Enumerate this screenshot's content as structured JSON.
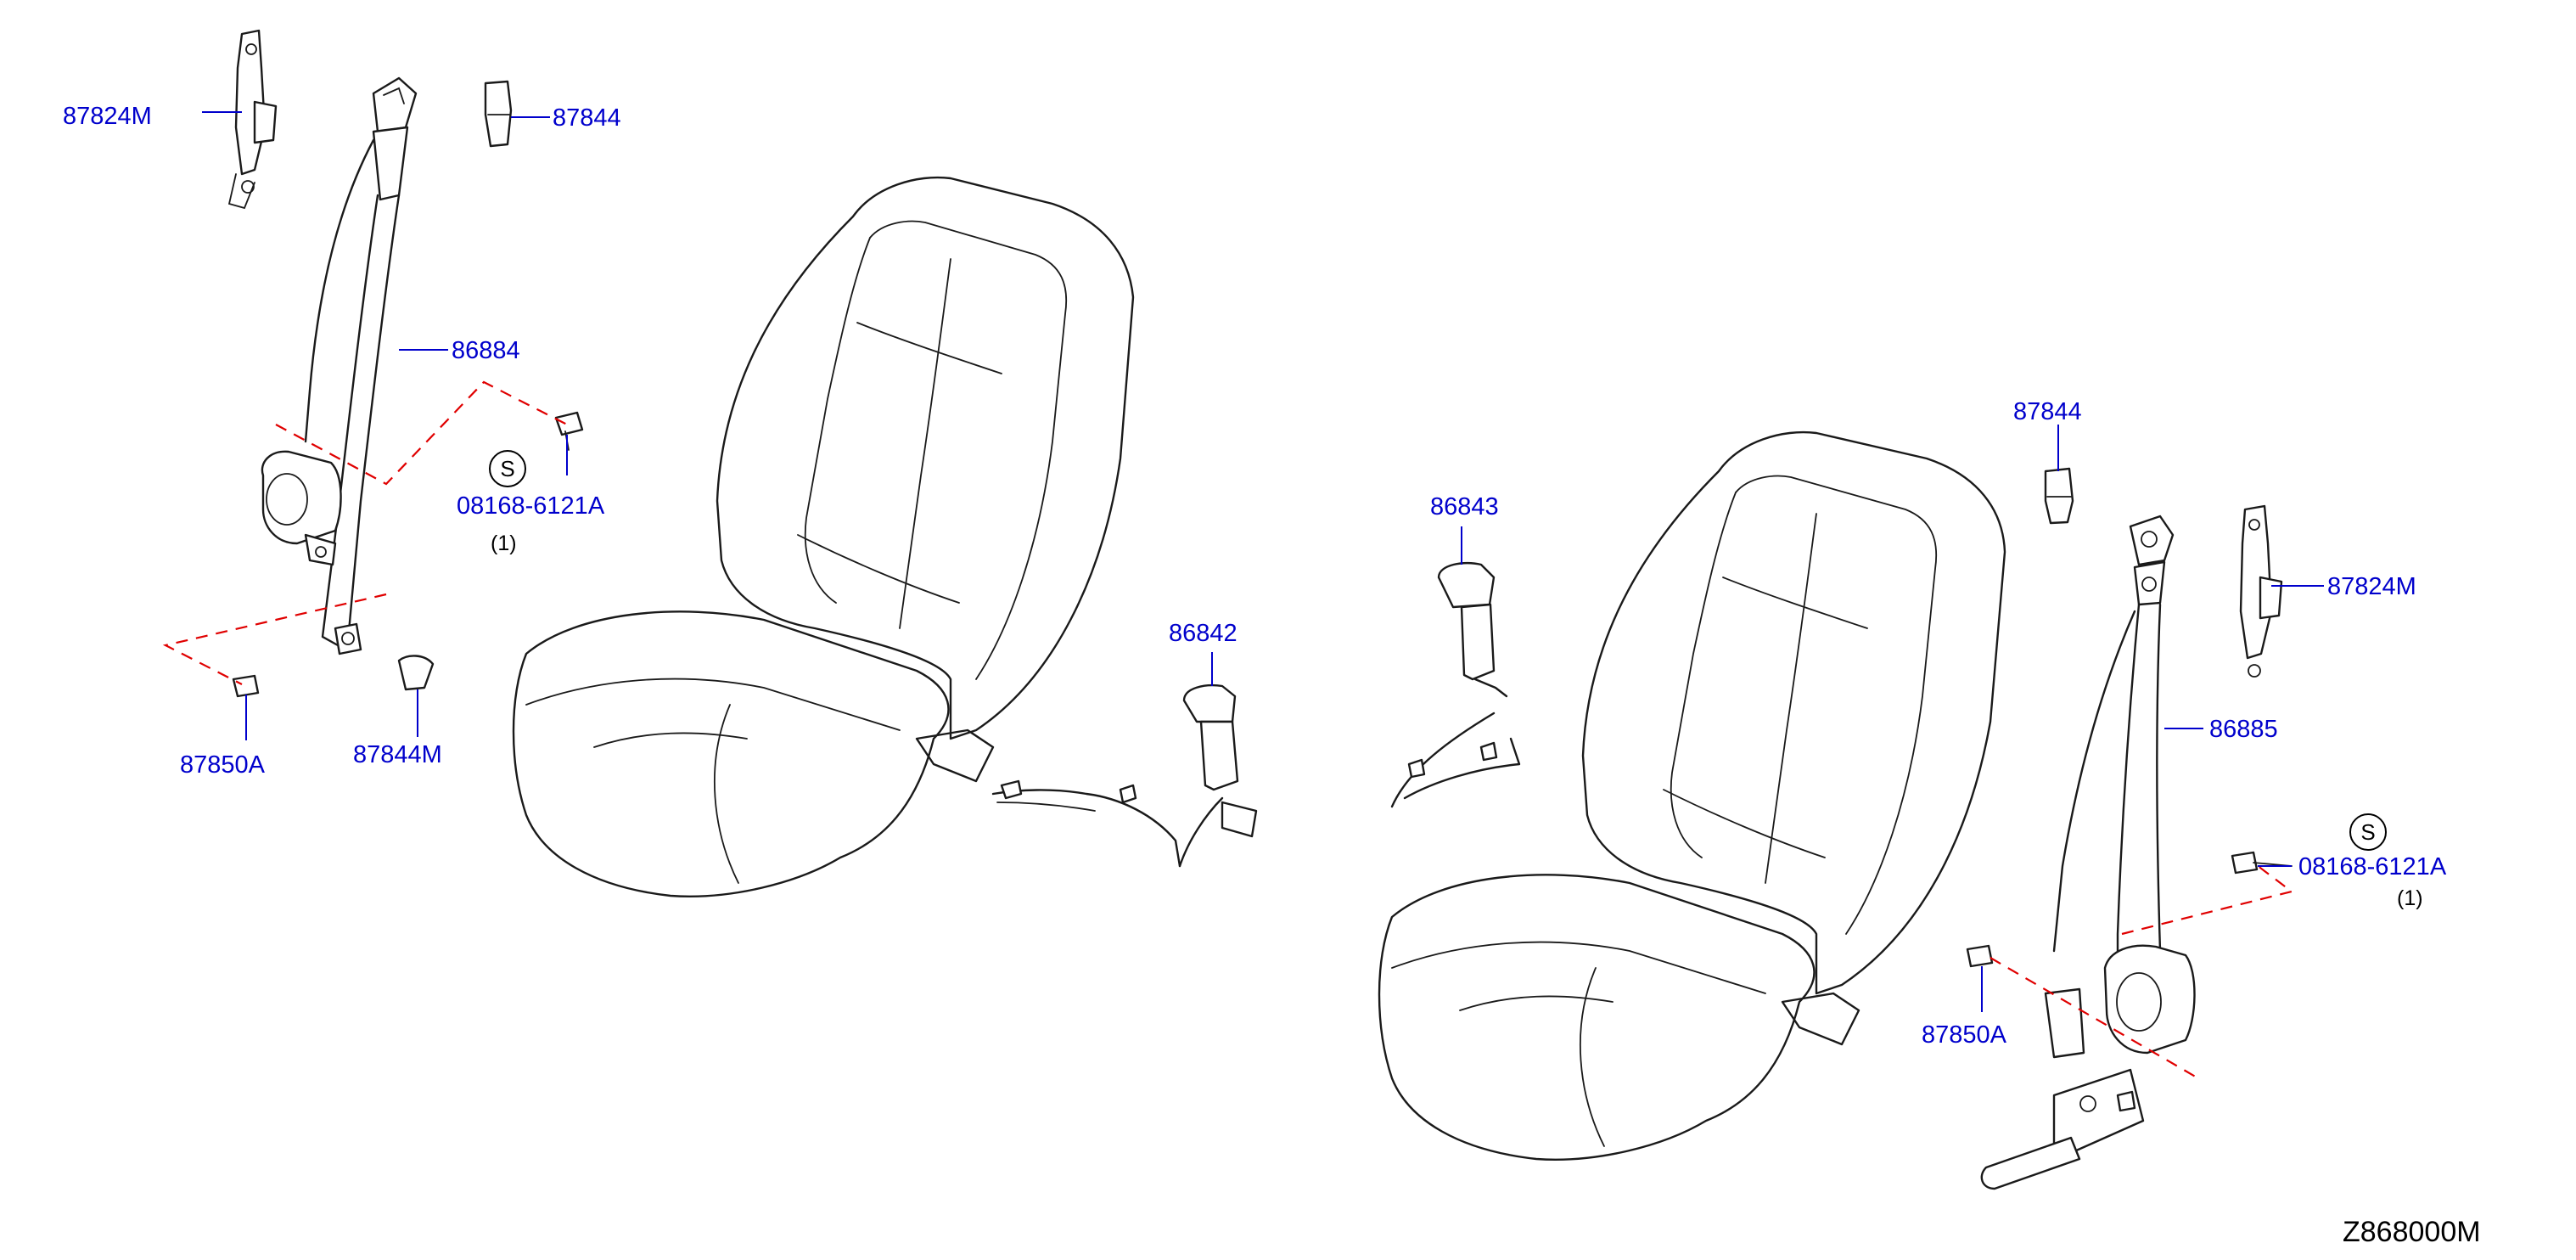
{
  "colors": {
    "label": "#0000cc",
    "leader": "#0000cc",
    "dash": "#e00000",
    "linework": "#1a1a1a"
  },
  "labels": {
    "l_87824M": "87824M",
    "l_87844": "87844",
    "l_86884": "86884",
    "l_08168_6121A": "08168-6121A",
    "l_87850A": "87850A",
    "l_87844M": "87844M",
    "r_86843": "86843",
    "r_86842": "86842",
    "r_87844": "87844",
    "r_87824M": "87824M",
    "r_86885": "86885",
    "r_08168_6121A": "08168-6121A",
    "r_87850A": "87850A"
  },
  "symbols": {
    "s_mark": "S",
    "qty_one": "(1)"
  },
  "diagram_code": "Z868000M"
}
